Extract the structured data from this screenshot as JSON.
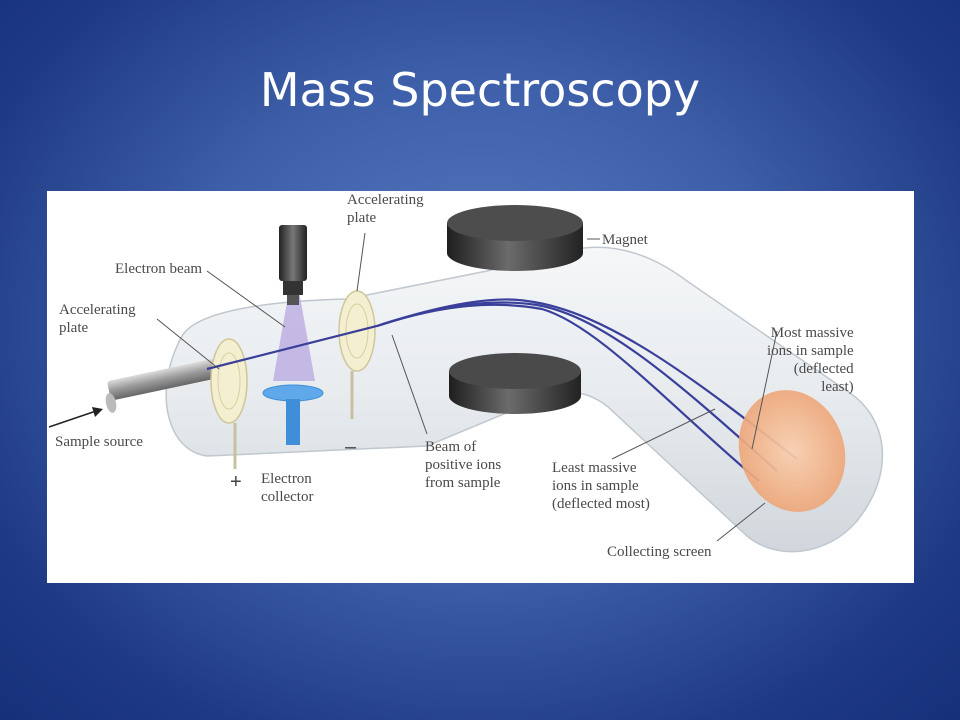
{
  "slide": {
    "title": "Mass Spectroscopy"
  },
  "diagram": {
    "labels": {
      "accelerating_plate_top": "Accelerating\nplate",
      "electron_beam": "Electron beam",
      "accelerating_plate_left": "Accelerating\nplate",
      "magnet": "Magnet",
      "most_massive": "Most massive\nions in sample\n(deflected\nleast)",
      "sample_source": "Sample source",
      "electron_collector": "Electron\ncollector",
      "beam_of_ions": "Beam of\npositive ions\nfrom sample",
      "least_massive": "Least massive\nions in sample\n(deflected most)",
      "collecting_screen": "Collecting screen",
      "plus_sign": "+",
      "minus_sign": "–"
    },
    "colors": {
      "ion_beam": "#3a3f9a",
      "screen": "#f4b98f",
      "plate": "#f3efd0",
      "tube": "#dfe5ea",
      "electron_gun": "#3a3a3a",
      "electron_collector": "#3f8fd8",
      "magnet": "#2f2f2f"
    }
  }
}
